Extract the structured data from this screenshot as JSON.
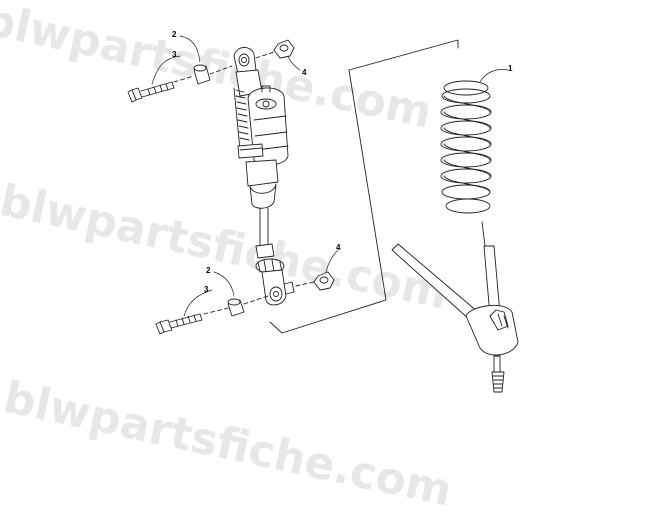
{
  "watermark": {
    "text": "blwpartsfiche.com",
    "color": "#aaaaaa"
  },
  "callouts": {
    "spring": "1",
    "bushing_top": "2",
    "bolt_top": "3",
    "nut_top": "4",
    "bushing_bottom": "2",
    "bolt_bottom": "3",
    "nut_bottom": "4"
  },
  "colors": {
    "line": "#222222",
    "part_fill": "#ffffff"
  }
}
